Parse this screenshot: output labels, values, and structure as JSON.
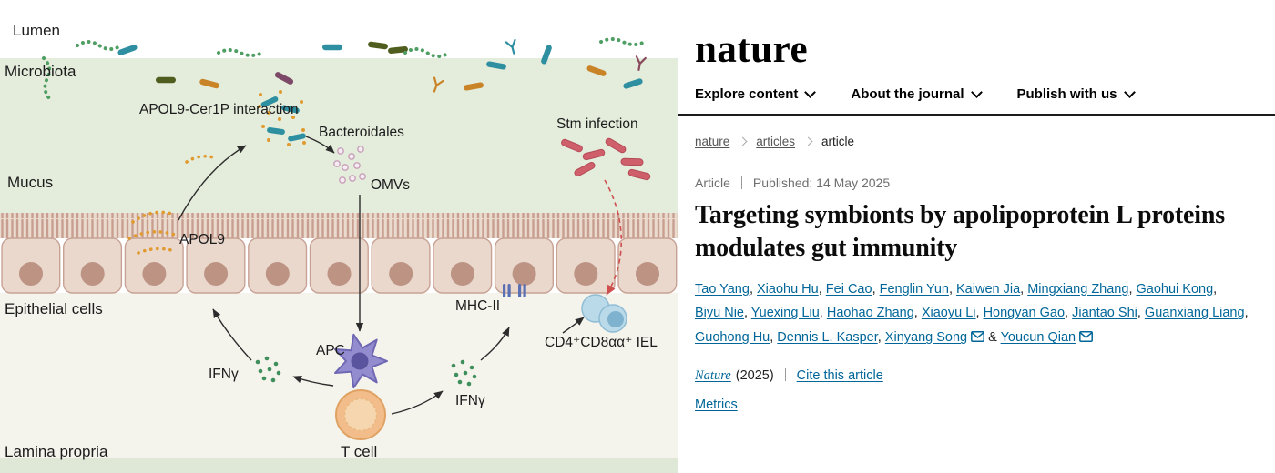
{
  "diagram": {
    "labels": {
      "lumen": "Lumen",
      "microbiota": "Microbiota",
      "apol9_cer1p": "APOL9-Cer1P interaction",
      "bacteroidales": "Bacteroidales",
      "mucus": "Mucus",
      "omvs": "OMVs",
      "stm_infection": "Stm infection",
      "apol9": "APOL9",
      "epithelial_cells": "Epithelial cells",
      "mhc2": "MHC-II",
      "iel": "CD4⁺CD8αα⁺ IEL",
      "apc": "APC",
      "ifng_left": "IFNγ",
      "ifng_right": "IFNγ",
      "t_cell": "T cell",
      "lamina_propria": "Lamina propria"
    },
    "colors": {
      "mucus_band": "#e4ecdb",
      "epithelium": "#ead8cd",
      "stm_bacteria": "#cf5f6a",
      "apol9_dots": "#e09a30",
      "bacteroidales_teal": "#2e8fa0",
      "ifng_dots": "#3f8f5c",
      "apc_purple": "#938cce",
      "t_cell_orange": "#f2bd8a",
      "iel_blue": "#b5d6e6"
    }
  },
  "site": {
    "logo": "nature",
    "link_color": "#006699",
    "nav": [
      "Explore content",
      "About the journal",
      "Publish with us"
    ],
    "breadcrumb": [
      "nature",
      "articles",
      "article"
    ],
    "meta": {
      "type": "Article",
      "published": "Published: 14 May 2025"
    },
    "title": "Targeting symbionts by apolipoprotein L proteins modulates gut immunity",
    "authors": [
      {
        "name": "Tao Yang"
      },
      {
        "name": "Xiaohu Hu"
      },
      {
        "name": "Fei Cao"
      },
      {
        "name": "Fenglin Yun"
      },
      {
        "name": "Kaiwen Jia"
      },
      {
        "name": "Mingxiang Zhang"
      },
      {
        "name": "Gaohui Kong"
      },
      {
        "name": "Biyu Nie"
      },
      {
        "name": "Yuexing Liu"
      },
      {
        "name": "Haohao Zhang"
      },
      {
        "name": "Xiaoyu Li"
      },
      {
        "name": "Hongyan Gao"
      },
      {
        "name": "Jiantao Shi"
      },
      {
        "name": "Guanxiang Liang"
      },
      {
        "name": "Guohong Hu"
      },
      {
        "name": "Dennis L. Kasper"
      },
      {
        "name": "Xinyang Song",
        "email": true
      },
      {
        "name": "Youcun Qian",
        "email": true
      }
    ],
    "citation": {
      "journal": "Nature",
      "year": "(2025)",
      "cite": "Cite this article"
    },
    "metrics": "Metrics"
  }
}
